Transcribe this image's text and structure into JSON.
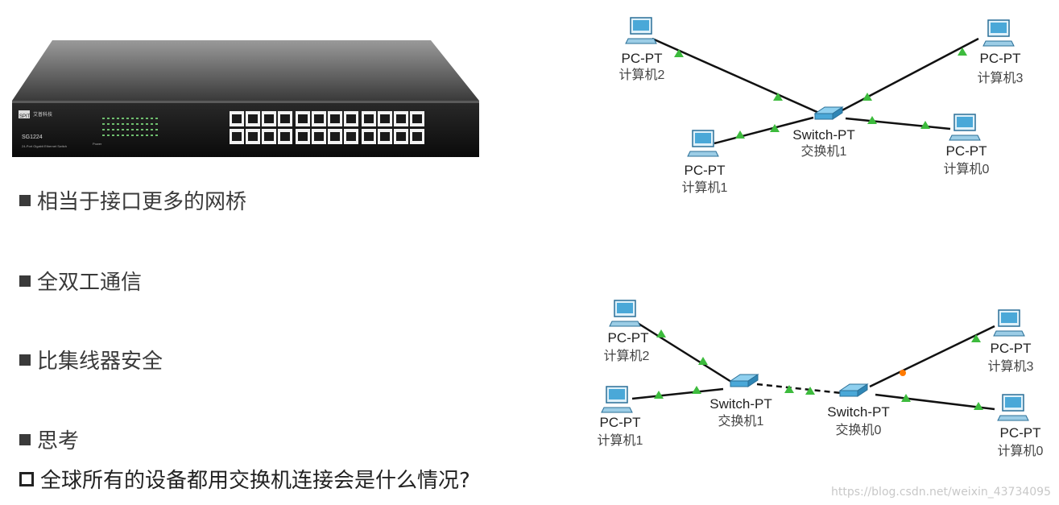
{
  "switch_device": {
    "brand": "SPIT",
    "brand_cn": "艾普科技",
    "model": "SG1224",
    "subtitle": "24-Port Gigabit Ethernet Switch",
    "power_label": "Power"
  },
  "bullets": [
    "相当于接口更多的网桥",
    "全双工通信",
    "比集线器安全",
    "思考",
    "全球所有的设备都用交换机连接会是什么情况?"
  ],
  "diagram_top": {
    "switch": {
      "type": "Switch-PT",
      "name": "交换机1"
    },
    "pcs": [
      {
        "type": "PC-PT",
        "name": "计算机2"
      },
      {
        "type": "PC-PT",
        "name": "计算机3"
      },
      {
        "type": "PC-PT",
        "name": "计算机1"
      },
      {
        "type": "PC-PT",
        "name": "计算机0"
      }
    ]
  },
  "diagram_bottom": {
    "switches": [
      {
        "type": "Switch-PT",
        "name": "交换机1"
      },
      {
        "type": "Switch-PT",
        "name": "交换机0"
      }
    ],
    "pcs": [
      {
        "type": "PC-PT",
        "name": "计算机2"
      },
      {
        "type": "PC-PT",
        "name": "计算机1"
      },
      {
        "type": "PC-PT",
        "name": "计算机3"
      },
      {
        "type": "PC-PT",
        "name": "计算机0"
      }
    ]
  },
  "colors": {
    "link": "#111111",
    "link_up": "#3dbb3d",
    "link_pending": "#ff7a00",
    "device": "#4aa8d8"
  },
  "watermark": "https://blog.csdn.net/weixin_43734095"
}
